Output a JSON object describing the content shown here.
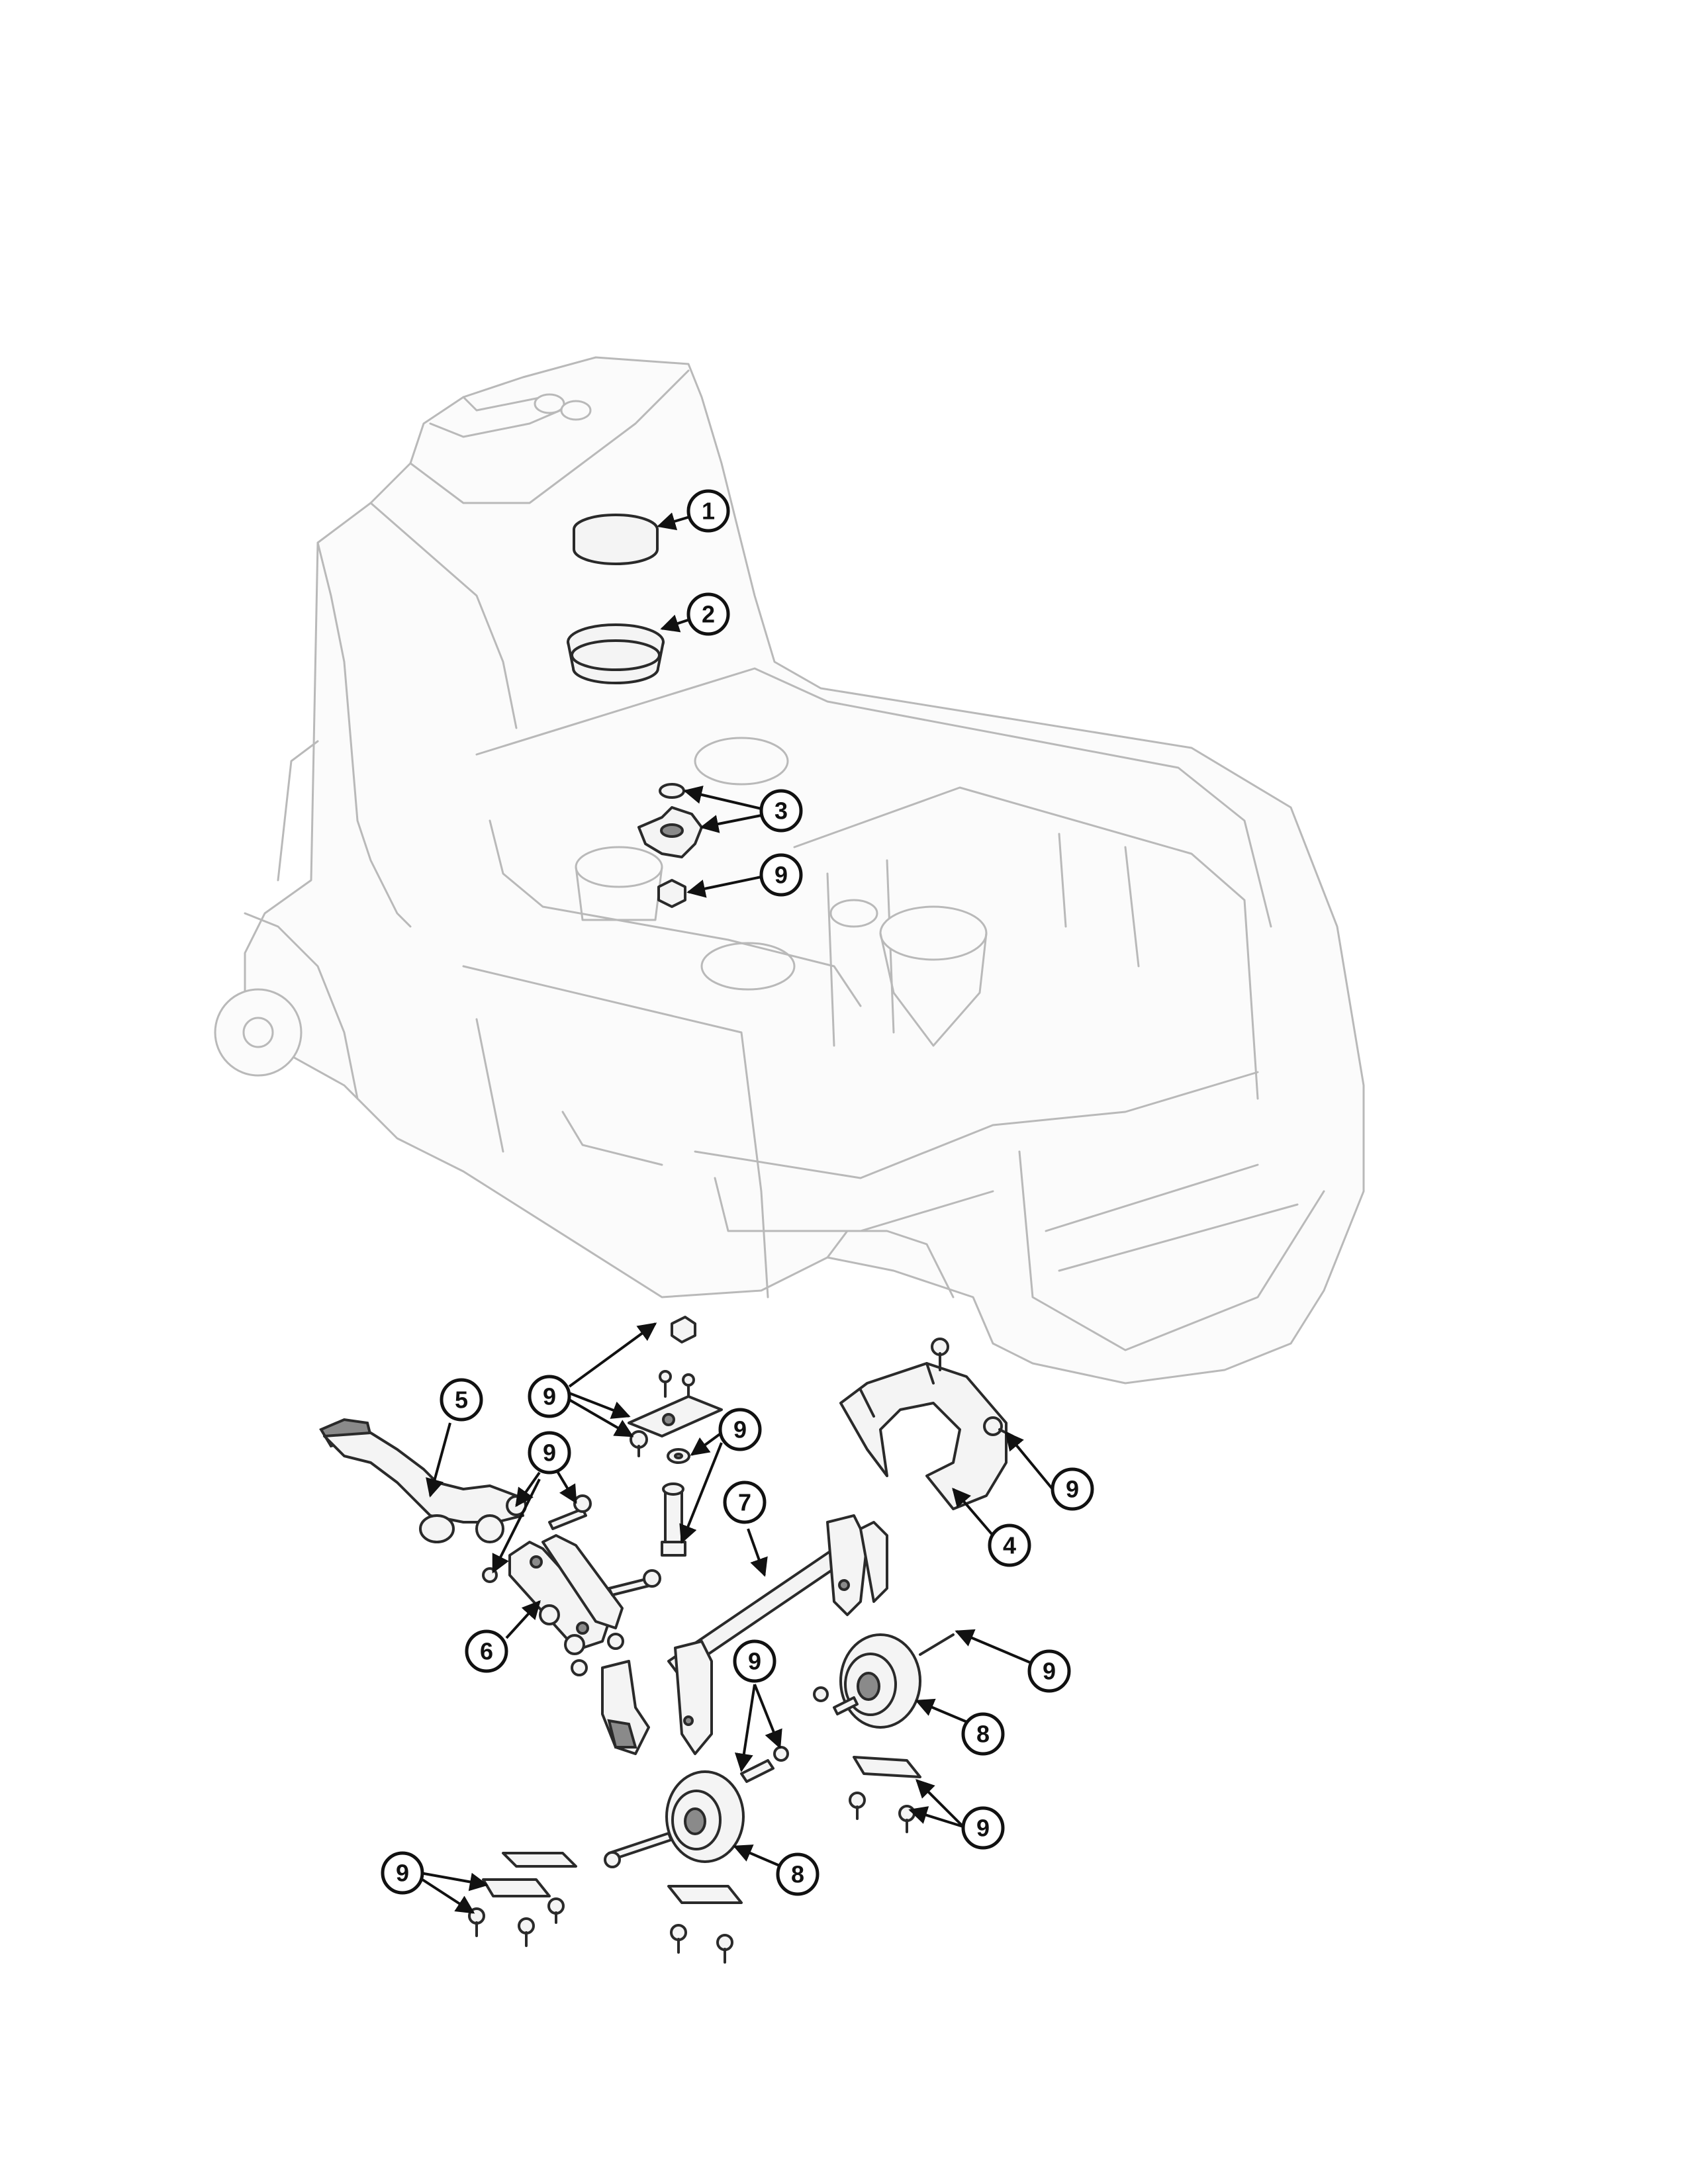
{
  "callouts": {
    "c1": "1",
    "c2": "2",
    "c3": "3",
    "c4": "4",
    "c5": "5",
    "c6": "6",
    "c7": "7",
    "c8a": "8",
    "c8b": "8",
    "c9a": "9",
    "c9b": "9",
    "c9c": "9",
    "c9d": "9",
    "c9e": "9",
    "c9f": "9",
    "c9g": "9",
    "c9h": "9",
    "c9i": "9"
  }
}
